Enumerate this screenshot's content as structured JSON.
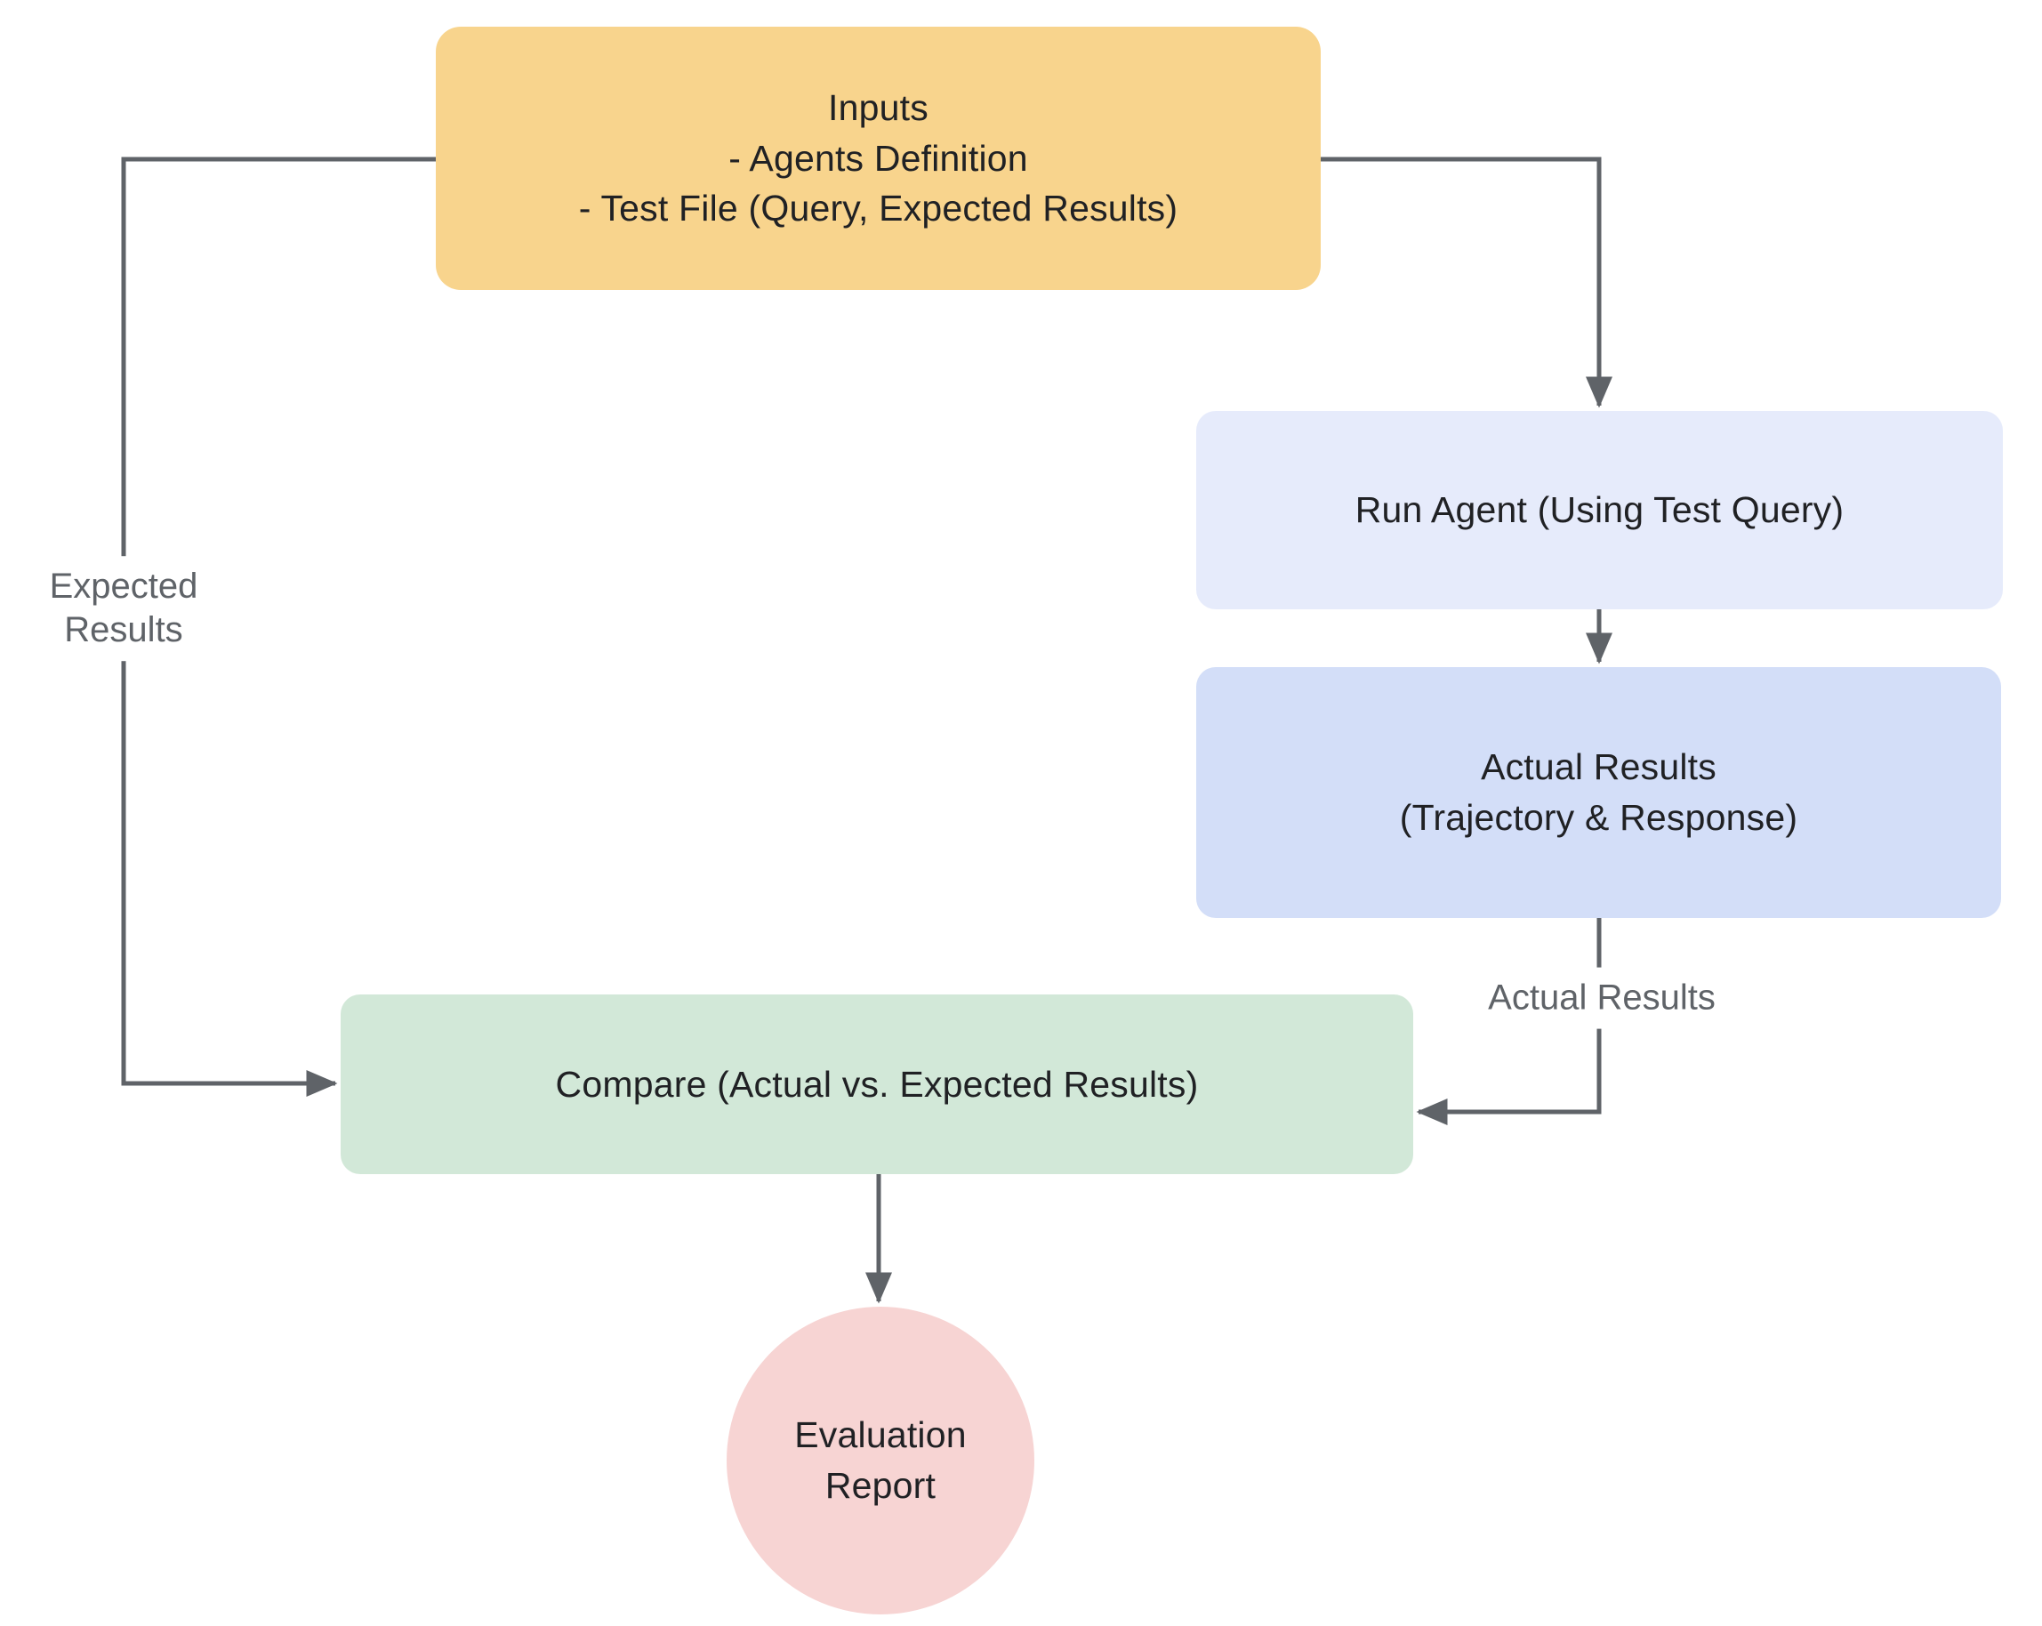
{
  "diagram": {
    "nodes": {
      "inputs": {
        "line1": "Inputs",
        "line2": "- Agents Definition",
        "line3": "- Test File (Query, Expected Results)"
      },
      "run_agent": {
        "label": "Run Agent (Using Test Query)"
      },
      "actual_results": {
        "line1": "Actual Results",
        "line2": "(Trajectory & Response)"
      },
      "compare": {
        "label": "Compare (Actual vs. Expected Results)"
      },
      "evaluation_report": {
        "line1": "Evaluation",
        "line2": "Report"
      }
    },
    "edge_labels": {
      "expected_results_line1": "Expected",
      "expected_results_line2": "Results",
      "actual_results": "Actual Results"
    },
    "colors": {
      "background": "#FFFFFF",
      "inputs_fill": "#F8D48D",
      "run_agent_fill": "#E6EBFB",
      "actual_results_fill": "#D3DEF8",
      "compare_fill": "#D2E8D8",
      "evaluation_fill": "#F7D4D3",
      "connector": "#5F6368",
      "node_text": "#202124",
      "edge_label_text": "#5F6368"
    }
  }
}
